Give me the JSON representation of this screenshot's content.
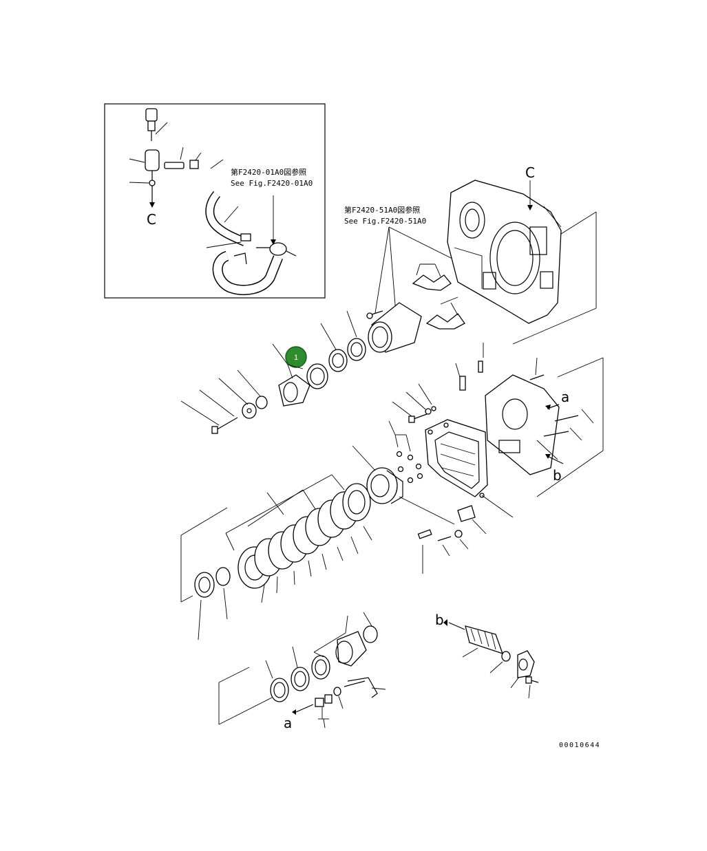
{
  "inset": {
    "ref_line1": "第F2420-01A0図参照",
    "ref_line2": "See Fig.F2420-01A0",
    "arrow_letter": "C"
  },
  "main_ref": {
    "ref_line1": "第F2420-51A0図参照",
    "ref_line2": "See Fig.F2420-51A0"
  },
  "letters": {
    "c_top": "C",
    "a_right": "a",
    "b_right": "b",
    "b_bottom": "b",
    "a_bottom": "a"
  },
  "marker": {
    "number": "1",
    "color": "#2e8b2e"
  },
  "document_number": "00010644"
}
